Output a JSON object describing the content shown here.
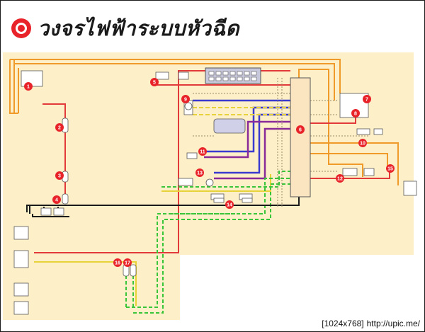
{
  "header": {
    "title": "วงจรไฟฟ้าระบบหัวฉีด"
  },
  "colors": {
    "background_panel": "#fdf0c8",
    "orange": "#f09a2a",
    "red": "#e23a3a",
    "blue": "#3a3ad0",
    "purple": "#8a2a9a",
    "green_dashed": "#3ac43a",
    "black": "#1a1a1a",
    "yellow": "#e8d23a",
    "badge_red": "#e8242a"
  },
  "components": [
    {
      "number": "1"
    },
    {
      "number": "2"
    },
    {
      "number": "3"
    },
    {
      "number": "4"
    },
    {
      "number": "5"
    },
    {
      "number": "6"
    },
    {
      "number": "7"
    },
    {
      "number": "8"
    },
    {
      "number": "9"
    },
    {
      "number": "10"
    },
    {
      "number": "11"
    },
    {
      "number": "12"
    },
    {
      "number": "13"
    },
    {
      "number": "14"
    },
    {
      "number": "15"
    },
    {
      "number": "16"
    },
    {
      "number": "17"
    }
  ],
  "footer": {
    "resolution": "[1024x768]",
    "url": "http://upic.me/"
  }
}
